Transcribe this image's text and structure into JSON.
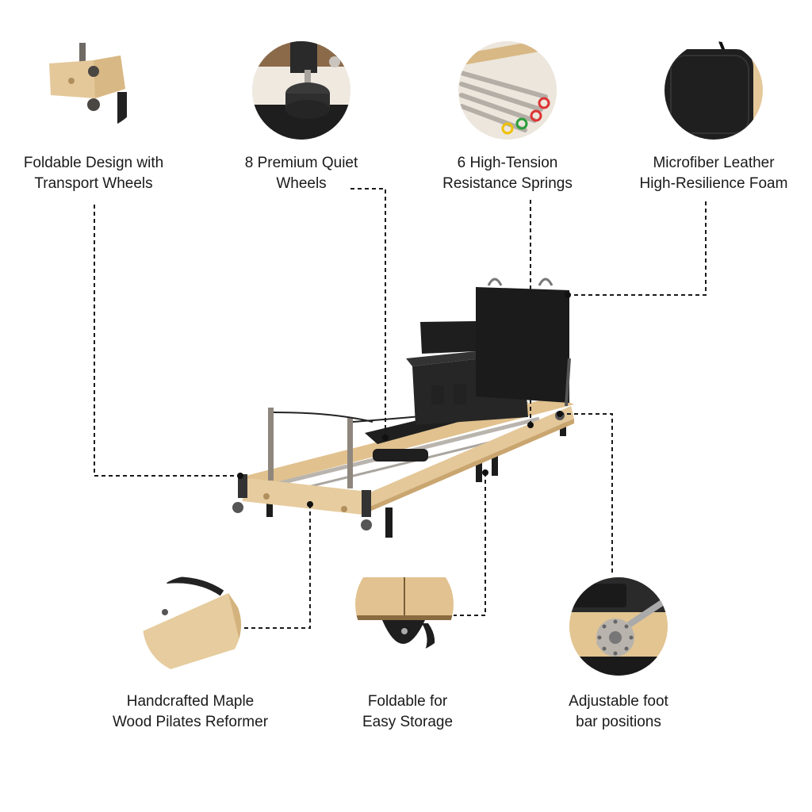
{
  "features": [
    {
      "id": "foldable-design",
      "line1": "Foldable Design with",
      "line2": "Transport Wheels",
      "icon": "wood-corner-wheels-icon"
    },
    {
      "id": "quiet-wheels",
      "line1": "8 Premium Quiet",
      "line2": "Wheels",
      "icon": "wheel-icon"
    },
    {
      "id": "springs",
      "line1": "6 High-Tension",
      "line2": "Resistance Springs",
      "icon": "springs-icon"
    },
    {
      "id": "leather",
      "line1": "Microfiber Leather",
      "line2": "High-Resilience Foam",
      "icon": "leather-pad-icon"
    },
    {
      "id": "maple-wood",
      "line1": "Handcrafted Maple",
      "line2": "Wood Pilates Reformer",
      "icon": "maple-wood-icon"
    },
    {
      "id": "foldable-storage",
      "line1": "Foldable for",
      "line2": "Easy Storage",
      "icon": "fold-hinge-icon"
    },
    {
      "id": "foot-bar",
      "line1": "Adjustable foot",
      "line2": "bar positions",
      "icon": "foot-bar-adjuster-icon"
    }
  ],
  "colors": {
    "wood": "#e4c89a",
    "wood_dark": "#c9a56f",
    "leather": "#1f1f1f",
    "metal": "#9a9590",
    "text": "#1a1a1a"
  },
  "product_icon": "pilates-reformer-icon"
}
